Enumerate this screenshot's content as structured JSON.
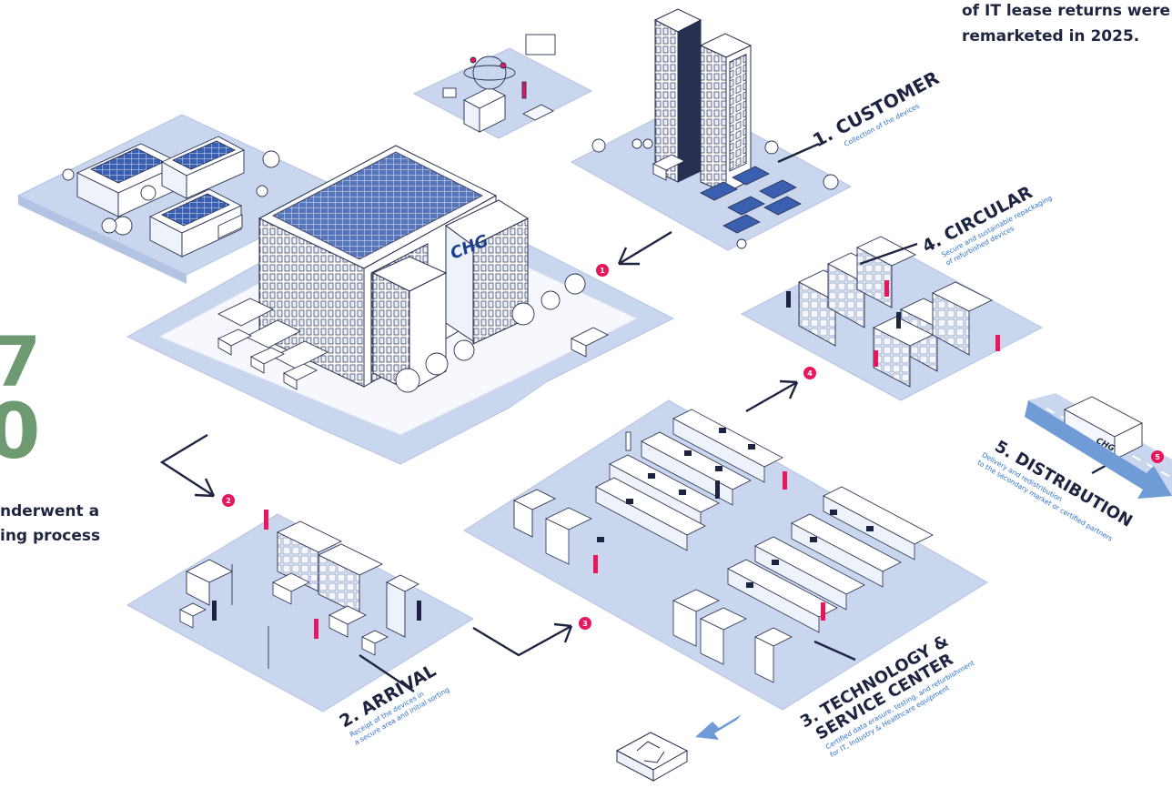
{
  "stats": {
    "right_line1": "of IT lease returns were",
    "right_line2": "remarketed in 2025.",
    "left_digit1": "7",
    "left_digit2": "0",
    "left_line1": "nderwent a",
    "left_line2": "ing process"
  },
  "building": {
    "logo": "CHG"
  },
  "truck": {
    "logo": "CHG"
  },
  "steps": [
    {
      "title": "1. CUSTOMER",
      "sub1": "Collection of the devices",
      "sub2": ""
    },
    {
      "title": "2. ARRIVAL",
      "sub1": "Receipt of the devices in",
      "sub2": "a secure area and initial sorting"
    },
    {
      "title1": "3. TECHNOLOGY &",
      "title2": "SERVICE CENTER",
      "sub1": "Certified data erasure, testing, and refurbishment",
      "sub2": "for IT, Industry & Healthcare equipment"
    },
    {
      "title": "4. CIRCULAR",
      "sub1": "Secure and sustainable repackaging",
      "sub2": "of refurbished devices"
    },
    {
      "title": "5. DISTRIBUTION",
      "sub1": "Delivery and redistribution",
      "sub2": "to the secondary market or certified partners"
    }
  ],
  "badges": [
    "1",
    "2",
    "3",
    "4",
    "5"
  ],
  "colors": {
    "platform": "#c9d6ee",
    "platform_edge": "#b3c3e3",
    "accent": "#e8175d",
    "ink": "#1d2441",
    "blue_text": "#2b6fd0",
    "arrow_blue": "#6f9bd6",
    "green": "#6e9a72"
  }
}
